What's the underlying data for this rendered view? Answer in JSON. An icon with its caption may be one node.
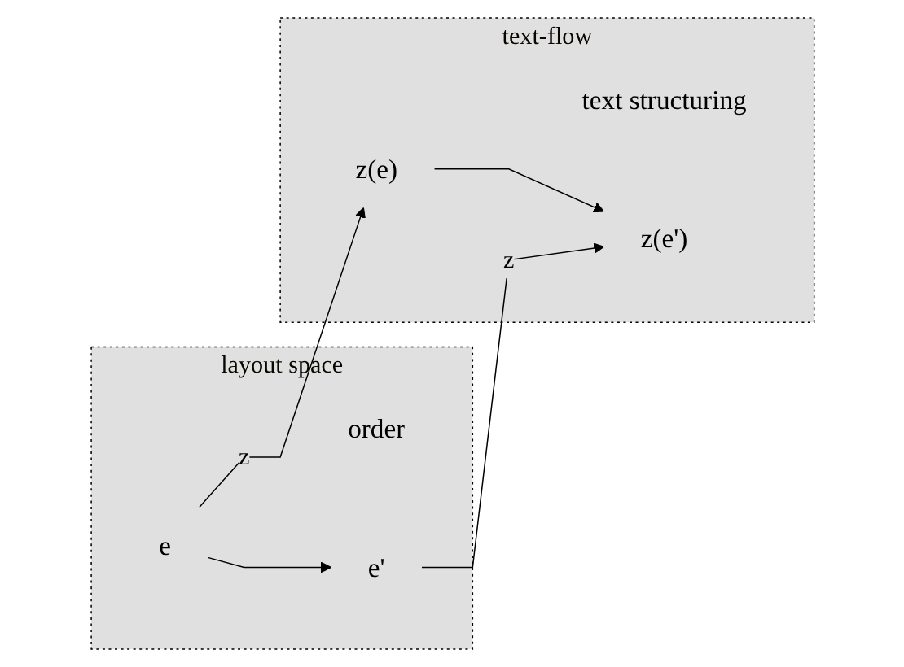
{
  "diagram": {
    "nodes": [
      {
        "text": [
          "layout space",
          "order"
        ]
      },
      {
        "text": [
          "text-flow",
          "text structuring"
        ]
      },
      {
        "text": [
          "e"
        ],
        "in": 0
      },
      {
        "text": [
          "e'"
        ],
        "in": 0
      },
      {
        "text": [
          "z(e)"
        ],
        "in": 1
      },
      {
        "text": [
          "z(e')"
        ],
        "in": 1
      }
    ],
    "edges": [
      {
        "from": 2,
        "to": 4,
        "arrow": "to",
        "label": "z"
      },
      {
        "from": 2,
        "to": 3,
        "arrow": "to"
      },
      {
        "from": 4,
        "to": 5,
        "arrow": "to"
      },
      {
        "from": 3,
        "to": 5,
        "arrow": "to",
        "label": "z"
      }
    ]
  }
}
